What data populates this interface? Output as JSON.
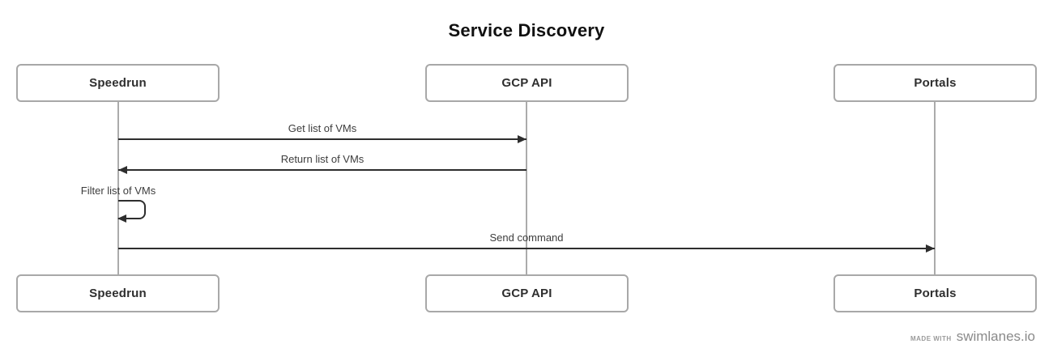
{
  "title": "Service Discovery",
  "actors": [
    {
      "name": "Speedrun"
    },
    {
      "name": "GCP API"
    },
    {
      "name": "Portals"
    }
  ],
  "messages": [
    {
      "label": "Get list of VMs",
      "from": "Speedrun",
      "to": "GCP API",
      "style": "solid-arrow",
      "direction": "right"
    },
    {
      "label": "Return list of VMs",
      "from": "GCP API",
      "to": "Speedrun",
      "style": "solid-arrow",
      "direction": "left"
    },
    {
      "label": "Filter list of VMs",
      "from": "Speedrun",
      "to": "Speedrun",
      "style": "self-loop"
    },
    {
      "label": "Send command",
      "from": "Speedrun",
      "to": "Portals",
      "style": "solid-arrow",
      "direction": "right"
    }
  ],
  "footer": {
    "made_with_label": "MADE WITH",
    "brand": "swimlanes.io"
  },
  "colors": {
    "background": "#ffffff",
    "title_text": "#111111",
    "actor_border": "#a8a8a8",
    "actor_text": "#2f2f2f",
    "lifeline": "#ababab",
    "arrow": "#2e2e2e",
    "message_text": "#3d3d3d",
    "footer_text": "#8a8a8a"
  }
}
